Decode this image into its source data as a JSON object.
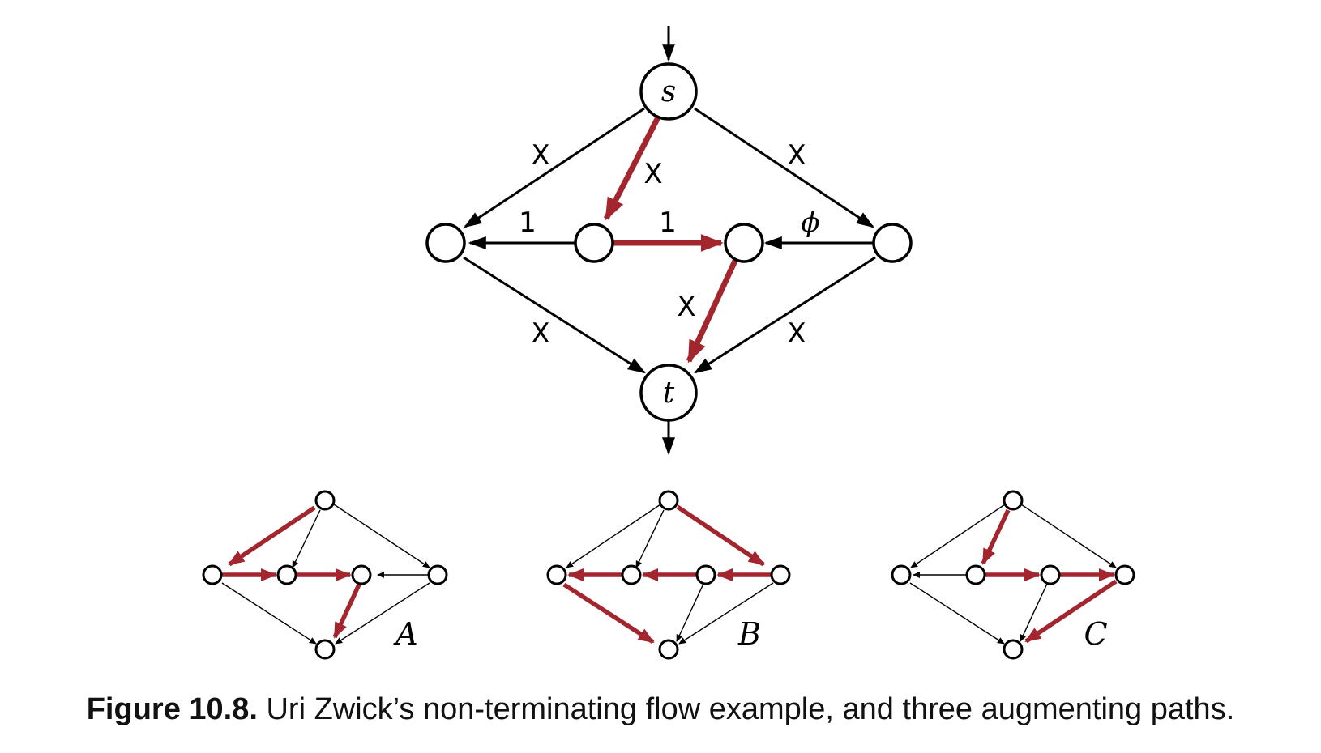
{
  "main_graph": {
    "source_label": "s",
    "sink_label": "t",
    "capacities": {
      "s_to_a": "X",
      "s_to_b": "X",
      "s_to_d": "X",
      "b_to_a": "1",
      "b_to_c": "1",
      "d_to_c": "ϕ",
      "a_to_t": "X",
      "c_to_t": "X",
      "d_to_t": "X"
    }
  },
  "paths": [
    {
      "label": "A"
    },
    {
      "label": "B"
    },
    {
      "label": "C"
    }
  ],
  "caption": {
    "figure_number": "Figure 10.8.",
    "text": " Uri Zwick’s non-terminating flow example, and three augmenting paths."
  },
  "colors": {
    "augmenting_path": "#a3262f",
    "edge": "#000000"
  }
}
